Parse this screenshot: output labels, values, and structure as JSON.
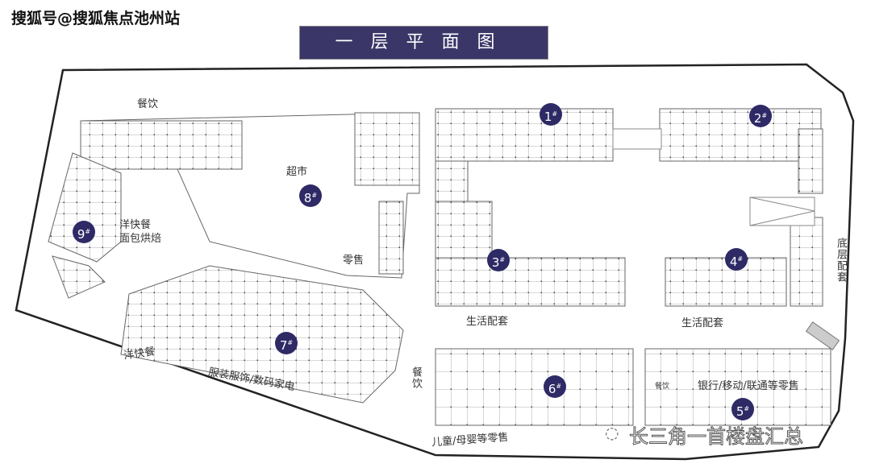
{
  "watermark_top": "搜狐号@搜狐焦点池州站",
  "title": "一层平面图",
  "watermark_bottom": "长三角一首楼盘汇总",
  "colors": {
    "badge": "#2e2a66",
    "title_bg": "#3a3668"
  },
  "buildings": [
    {
      "num": "1",
      "sup": "#"
    },
    {
      "num": "2",
      "sup": "#"
    },
    {
      "num": "3",
      "sup": "#"
    },
    {
      "num": "4",
      "sup": "#"
    },
    {
      "num": "5",
      "sup": "#"
    },
    {
      "num": "6",
      "sup": "#"
    },
    {
      "num": "7",
      "sup": "#"
    },
    {
      "num": "8",
      "sup": "#"
    },
    {
      "num": "9",
      "sup": "#"
    }
  ],
  "labels": {
    "dining_top": "餐饮",
    "supermarket": "超市",
    "western_fastfood": "洋快餐",
    "bakery": "面包烘焙",
    "retail": "零售",
    "ground_facilities": "底层配套",
    "life_facilities_3": "生活配套",
    "life_facilities_4": "生活配套",
    "western_fastfood_7": "洋快餐",
    "clothing_digital": "服装服饰/数码家电",
    "dining_7": "餐饮",
    "kids_maternity": "儿童/母婴等零售",
    "bank_mobile": "银行/移动/联通等零售",
    "dining_5": "餐饮"
  }
}
